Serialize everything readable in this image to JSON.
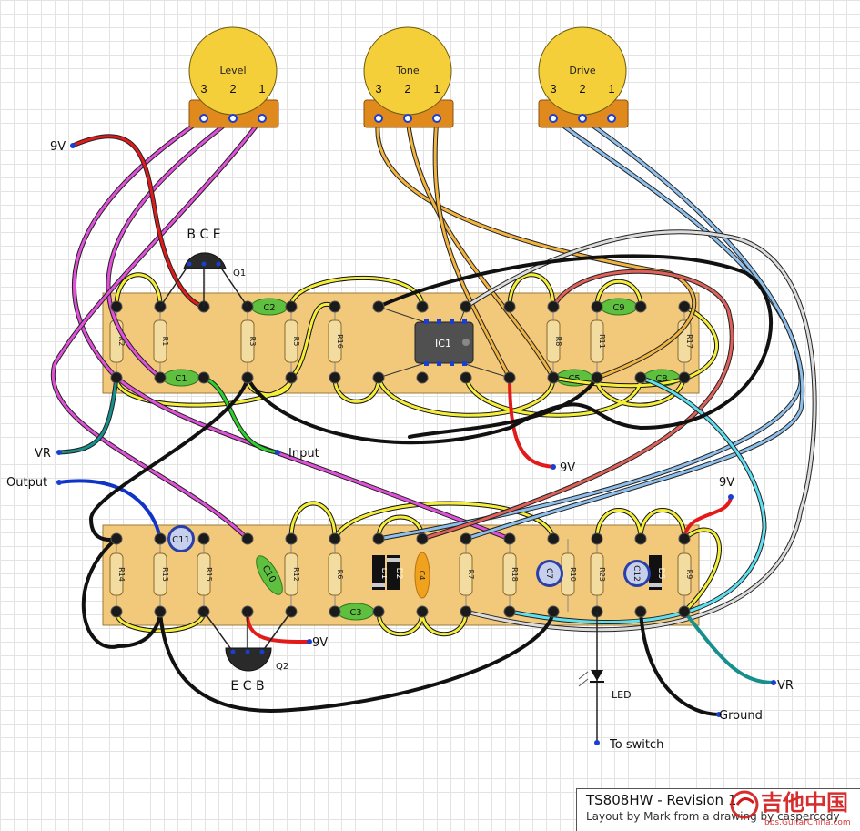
{
  "title": {
    "main": "TS808HW - Revision 1",
    "sub": "Layout by Mark from a drawing by caspercody"
  },
  "watermark": {
    "cn": "吉他中国",
    "url": "bbs.GuitarChina.com"
  },
  "pots": [
    {
      "label": "Level",
      "pins": [
        "3",
        "2",
        "1"
      ]
    },
    {
      "label": "Tone",
      "pins": [
        "3",
        "2",
        "1"
      ]
    },
    {
      "label": "Drive",
      "pins": [
        "3",
        "2",
        "1"
      ]
    }
  ],
  "transistors": {
    "q1": {
      "label": "Q1",
      "pins": "B C E"
    },
    "q2": {
      "label": "Q2",
      "pins": "E C B"
    }
  },
  "ic": "IC1",
  "top_resistors": [
    "R2",
    "R1",
    "R3",
    "R5",
    "R16",
    "R8",
    "R11",
    "R17"
  ],
  "top_caps": [
    "C1",
    "C2",
    "C5",
    "C8",
    "C9"
  ],
  "bottom_resistors": [
    "R14",
    "R13",
    "R15",
    "R12",
    "R6",
    "R7",
    "R18",
    "R10",
    "R23",
    "R9"
  ],
  "bottom_parts": {
    "c11": "C11",
    "c10": "C10",
    "c3": "C3",
    "c4": "C4",
    "d1": "D1",
    "d2": "D2",
    "c7": "C7",
    "c12": "C12",
    "d5": "D5"
  },
  "connections": {
    "nine_v_top_left": "9V",
    "vr_left": "VR",
    "input": "Input",
    "output": "Output",
    "nine_v_ic": "9V",
    "nine_v_bottom_right": "9V",
    "nine_v_q2": "9V",
    "led": "LED",
    "vr_right": "VR",
    "ground": "Ground",
    "to_switch": "To switch"
  },
  "colors": {
    "board": "#f2c97a",
    "pot_body": "#f5cf3a",
    "pot_base": "#e08a1e",
    "resistor": "#f3dca0",
    "cap": "#5fbf3f",
    "ic": "#505050"
  }
}
